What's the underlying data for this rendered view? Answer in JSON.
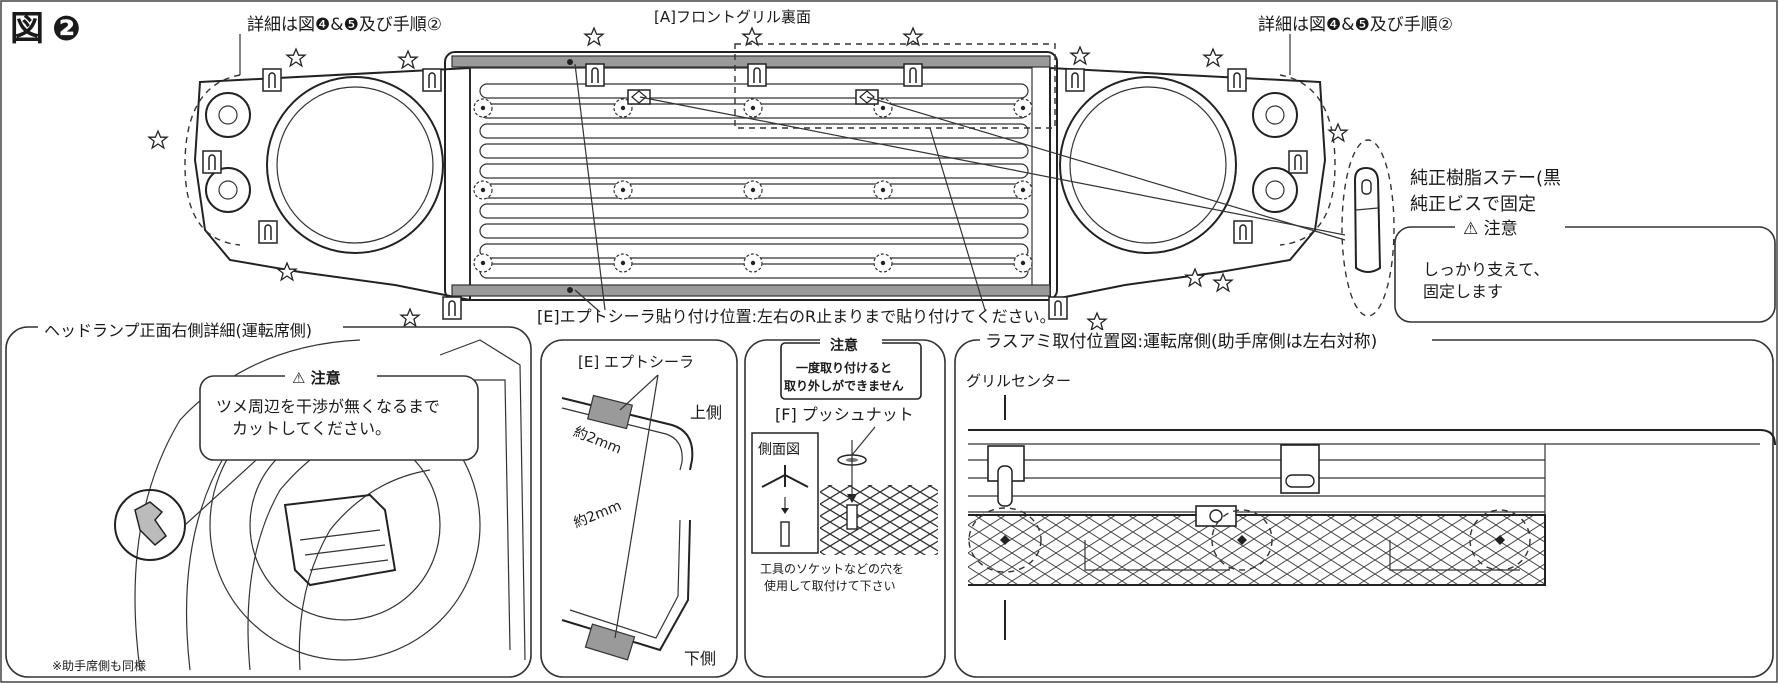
{
  "figure": {
    "label_kanji": "図",
    "label_number": "❷",
    "detail_ref_left": "詳細は図❹&❺及び手順②",
    "detail_ref_right": "詳細は図❹&❺及び手順②",
    "grille_title": "[A]フロントグリル裏面",
    "tape_position_note": "[E]エプトシーラ貼り付け位置:左右のR止まりまで貼り付けてください。",
    "stay_label_1": "純正樹脂ステー(黒",
    "stay_label_2": "純正ビスで固定",
    "stay_caution": {
      "title": "⚠ 注意",
      "line_1": "しっかり支えて、",
      "line_2": "固定します"
    }
  },
  "headlamp_panel": {
    "title": "ヘッドランプ正面右側詳細(運転席側)",
    "caution_title": "⚠ 注意",
    "caution_line_1": "ツメ周辺を干渉が無くなるまで",
    "caution_line_2": "カットしてください。",
    "footnote": "※助手席側も同様"
  },
  "tape_panel": {
    "title": "[E] エプトシーラ",
    "upper_label": "上側",
    "lower_label": "下側",
    "dim_upper": "約2mm",
    "dim_lower": "約2mm"
  },
  "nut_panel": {
    "caution_title": "注意",
    "caution_line_1": "一度取り付けると",
    "caution_line_2": "取り外しができません",
    "part_label": "[F] プッシュナット",
    "side_view_label": "側面図",
    "note_line_1": "工具のソケットなどの穴を",
    "note_line_2": "使用して取付けて下さい"
  },
  "mesh_panel": {
    "title": "ラスアミ取付位置図:運転席側(助手席側は左右対称)",
    "center_label": "グリルセンター"
  },
  "colors": {
    "line": "#222222",
    "tape_fill": "#9a9a9a",
    "background": "#ffffff"
  }
}
